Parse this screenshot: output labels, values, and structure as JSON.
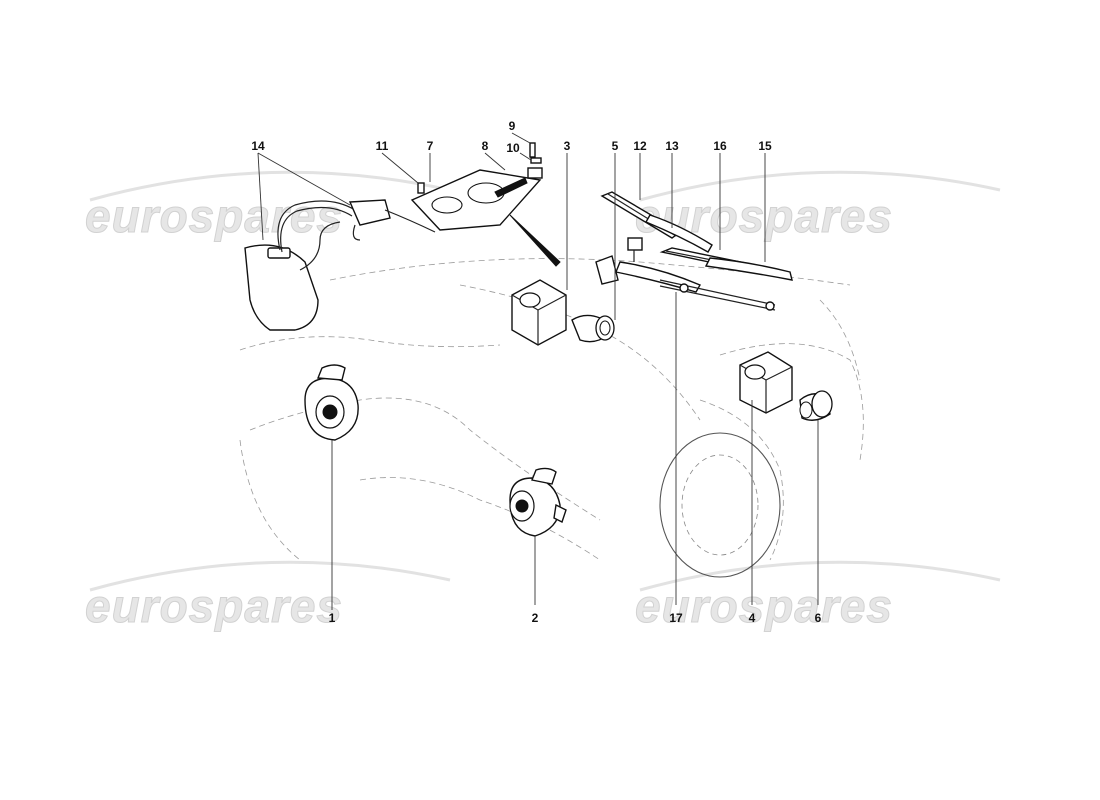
{
  "watermark_text": "eurospares",
  "callouts": [
    {
      "id": "1",
      "label": "1"
    },
    {
      "id": "2",
      "label": "2"
    },
    {
      "id": "3",
      "label": "3"
    },
    {
      "id": "4",
      "label": "4"
    },
    {
      "id": "5",
      "label": "5"
    },
    {
      "id": "6",
      "label": "6"
    },
    {
      "id": "7",
      "label": "7"
    },
    {
      "id": "8",
      "label": "8"
    },
    {
      "id": "9",
      "label": "9"
    },
    {
      "id": "10",
      "label": "10"
    },
    {
      "id": "11",
      "label": "11"
    },
    {
      "id": "12",
      "label": "12"
    },
    {
      "id": "13",
      "label": "13"
    },
    {
      "id": "14",
      "label": "14"
    },
    {
      "id": "15",
      "label": "15"
    },
    {
      "id": "16",
      "label": "16"
    },
    {
      "id": "17",
      "label": "17"
    }
  ]
}
